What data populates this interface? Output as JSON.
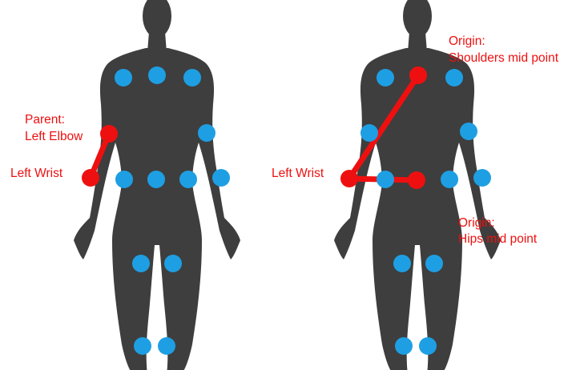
{
  "colors": {
    "silhouette": "#3e3e3e",
    "joint": "#1e9fe3",
    "highlight": "#ee1010",
    "label_text": "#ee1010",
    "background": "#ffffff"
  },
  "left_figure": {
    "parent_label": {
      "line1": "Parent:",
      "line2": "Left Elbow"
    },
    "wrist_label": "Left Wrist"
  },
  "right_figure": {
    "shoulders_origin_label": {
      "line1": "Origin:",
      "line2": "Shoulders mid point"
    },
    "hips_origin_label": {
      "line1": "Origin:",
      "line2": "Hips mid point"
    },
    "wrist_label": "Left Wrist"
  }
}
